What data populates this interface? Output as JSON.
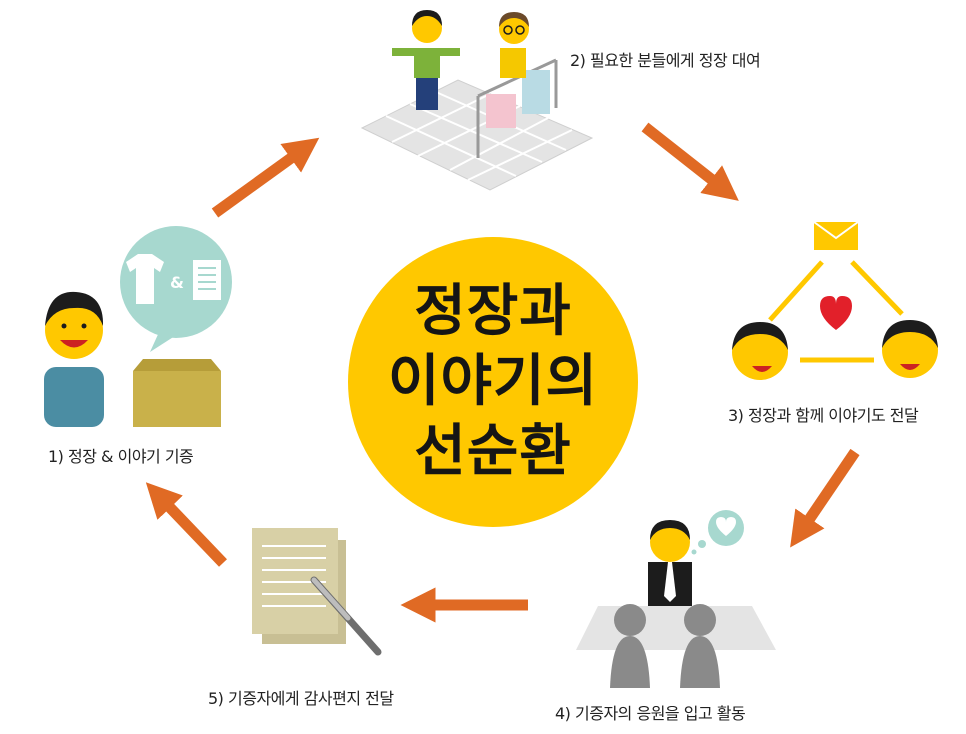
{
  "center": {
    "line1": "정장과",
    "line2": "이야기의",
    "line3": "선순환"
  },
  "steps": [
    {
      "label": "1) 정장 & 이야기 기증"
    },
    {
      "label": "2) 필요한 분들에게 정장 대여"
    },
    {
      "label": "3) 정장과 함께 이야기도 전달"
    },
    {
      "label": "4) 기증자의 응원을 입고 활동"
    },
    {
      "label": "5) 기증자에게 감사편지 전달"
    }
  ],
  "bubble_text": "&",
  "colors": {
    "center_fill": "#ffc800",
    "arrow": "#e06a24",
    "bubble": "#a7d8cf",
    "skin": "#ffc800",
    "hair": "#1c1c1c",
    "box": "#c9b14a",
    "envelope": "#ffc800",
    "heart": "#e2202a",
    "paper": "#d8d0a6"
  }
}
